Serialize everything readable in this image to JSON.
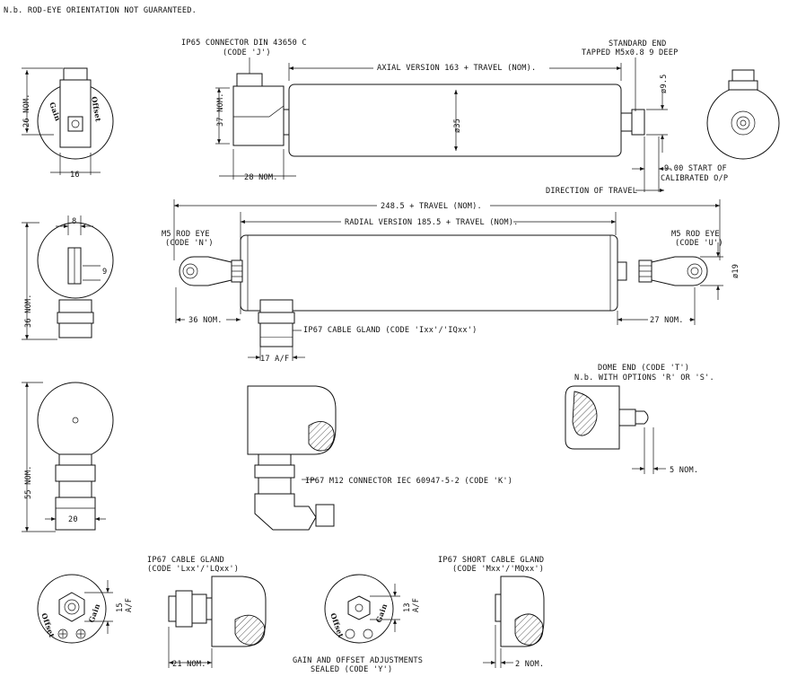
{
  "note": "N.b. ROD-EYE ORIENTATION NOT GUARANTEED.",
  "top": {
    "connector_title": "IP65 CONNECTOR DIN 43650 C",
    "connector_code": "(CODE 'J')",
    "standard_end_1": "STANDARD END",
    "standard_end_2": "TAPPED M5x0.8 9 DEEP",
    "axial_dim": "AXIAL VERSION 163 + TRAVEL (NOM).",
    "dim_26": "26 NOM.",
    "dim_16": "16",
    "dim_37": "37 NOM.",
    "dim_28": "28 NOM.",
    "dia_35": "ø35",
    "dia_9_5": "ø9.5",
    "start_1": "9.00 START OF",
    "start_2": "CALIBRATED O/P",
    "direction": "DIRECTION OF TRAVEL"
  },
  "middle": {
    "overall_dim": "248.5 + TRAVEL (NOM).",
    "radial_dim": "RADIAL VERSION 185.5 + TRAVEL (NOM).",
    "rod_eye_left_1": "M5 ROD EYE",
    "rod_eye_left_2": "(CODE 'N')",
    "rod_eye_right_1": "M5 ROD EYE",
    "rod_eye_right_2": "(CODE 'U')",
    "dim_8": "8",
    "dim_9": "9",
    "dim_36v": "36 NOM.",
    "dim_36h": "36 NOM.",
    "dim_27": "27 NOM.",
    "dia_19": "ø19",
    "cable_gland": "IP67 CABLE GLAND (CODE 'Ixx'/'IQxx')",
    "dim_17af": "17 A/F"
  },
  "dome": {
    "title": "DOME END (CODE 'T')",
    "note": "N.b. WITH OPTIONS 'R' OR 'S'.",
    "dim_5": "5 NOM."
  },
  "m12": {
    "title": "IP67 M12 CONNECTOR IEC 60947-5-2 (CODE 'K')",
    "dim_55": "55 NOM.",
    "dim_20": "20"
  },
  "bottom": {
    "gland_l_1": "IP67 CABLE GLAND",
    "gland_l_2": "(CODE 'Lxx'/'LQxx')",
    "dim_15": "15",
    "af": "A/F",
    "dim_21": "21 NOM.",
    "adjust_1": "GAIN AND OFFSET ADJUSTMENTS",
    "adjust_2": "SEALED (CODE 'Y')",
    "dim_13": "13",
    "af2": "A/F",
    "short_1": "IP67 SHORT CABLE GLAND",
    "short_2": "(CODE 'Mxx'/'MQxx')",
    "dim_2": "2 NOM.",
    "gain": "Gain",
    "offset": "Offset"
  }
}
